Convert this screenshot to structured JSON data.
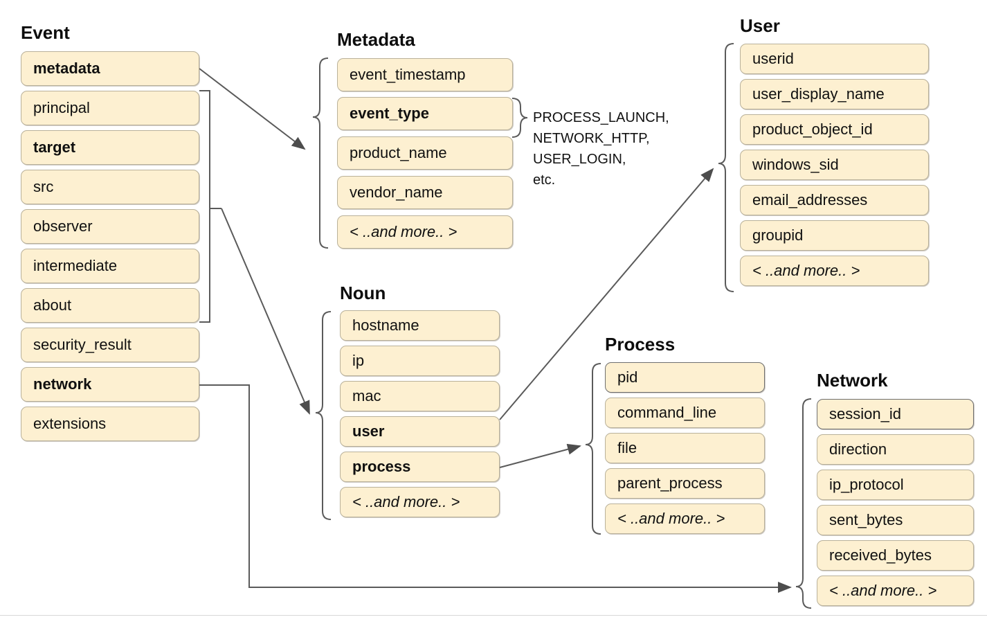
{
  "diagram": {
    "title_font_color": "#0d0d0d",
    "box_fill": "#fdf0d1",
    "box_border": "#b9b19a",
    "connector_color": "#595959"
  },
  "groups": {
    "event": {
      "title": "Event",
      "fields": [
        {
          "label": "metadata",
          "bold": true
        },
        {
          "label": "principal",
          "bold": false
        },
        {
          "label": "target",
          "bold": true
        },
        {
          "label": "src",
          "bold": false
        },
        {
          "label": "observer",
          "bold": false
        },
        {
          "label": "intermediate",
          "bold": false
        },
        {
          "label": "about",
          "bold": false
        },
        {
          "label": "security_result",
          "bold": false
        },
        {
          "label": "network",
          "bold": true
        },
        {
          "label": "extensions",
          "bold": false
        }
      ]
    },
    "metadata": {
      "title": "Metadata",
      "fields": [
        {
          "label": "event_timestamp",
          "bold": false
        },
        {
          "label": "event_type",
          "bold": true
        },
        {
          "label": "product_name",
          "bold": false
        },
        {
          "label": "vendor_name",
          "bold": false
        },
        {
          "label": "< ..and more.. >",
          "bold": false,
          "more": true
        }
      ]
    },
    "user": {
      "title": "User",
      "fields": [
        {
          "label": "userid",
          "bold": false
        },
        {
          "label": "user_display_name",
          "bold": false
        },
        {
          "label": "product_object_id",
          "bold": false
        },
        {
          "label": "windows_sid",
          "bold": false
        },
        {
          "label": "email_addresses",
          "bold": false
        },
        {
          "label": "groupid",
          "bold": false
        },
        {
          "label": "< ..and more.. >",
          "bold": false,
          "more": true
        }
      ]
    },
    "noun": {
      "title": "Noun",
      "fields": [
        {
          "label": "hostname",
          "bold": false
        },
        {
          "label": "ip",
          "bold": false
        },
        {
          "label": "mac",
          "bold": false
        },
        {
          "label": "user",
          "bold": true
        },
        {
          "label": "process",
          "bold": true
        },
        {
          "label": "< ..and more.. >",
          "bold": false,
          "more": true
        }
      ]
    },
    "process": {
      "title": "Process",
      "fields": [
        {
          "label": "pid",
          "bold": false,
          "dark": true
        },
        {
          "label": "command_line",
          "bold": false
        },
        {
          "label": "file",
          "bold": false
        },
        {
          "label": "parent_process",
          "bold": false
        },
        {
          "label": "< ..and more.. >",
          "bold": false,
          "more": true
        }
      ]
    },
    "network": {
      "title": "Network",
      "fields": [
        {
          "label": "session_id",
          "bold": false,
          "dark": true
        },
        {
          "label": "direction",
          "bold": false
        },
        {
          "label": "ip_protocol",
          "bold": false
        },
        {
          "label": "sent_bytes",
          "bold": false
        },
        {
          "label": "received_bytes",
          "bold": false
        },
        {
          "label": "< ..and more.. >",
          "bold": false,
          "more": true
        }
      ]
    }
  },
  "annotations": {
    "event_type_values": "PROCESS_LAUNCH,\nNETWORK_HTTP,\nUSER_LOGIN,\netc."
  }
}
